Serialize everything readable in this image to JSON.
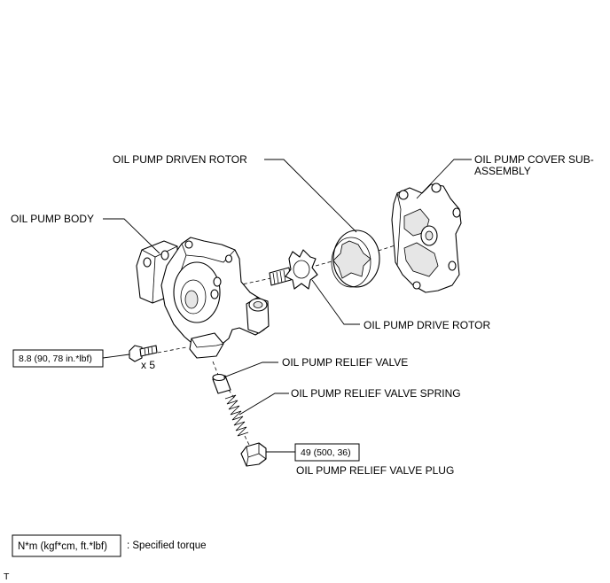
{
  "labels": {
    "driven_rotor": "OIL PUMP DRIVEN ROTOR",
    "cover_line1": "OIL PUMP COVER SUB-",
    "cover_line2": "ASSEMBLY",
    "body": "OIL PUMP BODY",
    "drive_rotor": "OIL PUMP DRIVE ROTOR",
    "relief_valve": "OIL PUMP RELIEF VALVE",
    "relief_spring": "OIL PUMP RELIEF VALVE SPRING",
    "relief_plug": "OIL PUMP RELIEF VALVE PLUG"
  },
  "torque": {
    "bolt_spec": "8.8 (90, 78 in.*lbf)",
    "bolt_qty": "x 5",
    "plug_spec": "49 (500, 36)"
  },
  "legend": {
    "unit_box": "N*m (kgf*cm, ft.*lbf)",
    "meaning": ": Specified torque"
  },
  "corner_mark": "T"
}
